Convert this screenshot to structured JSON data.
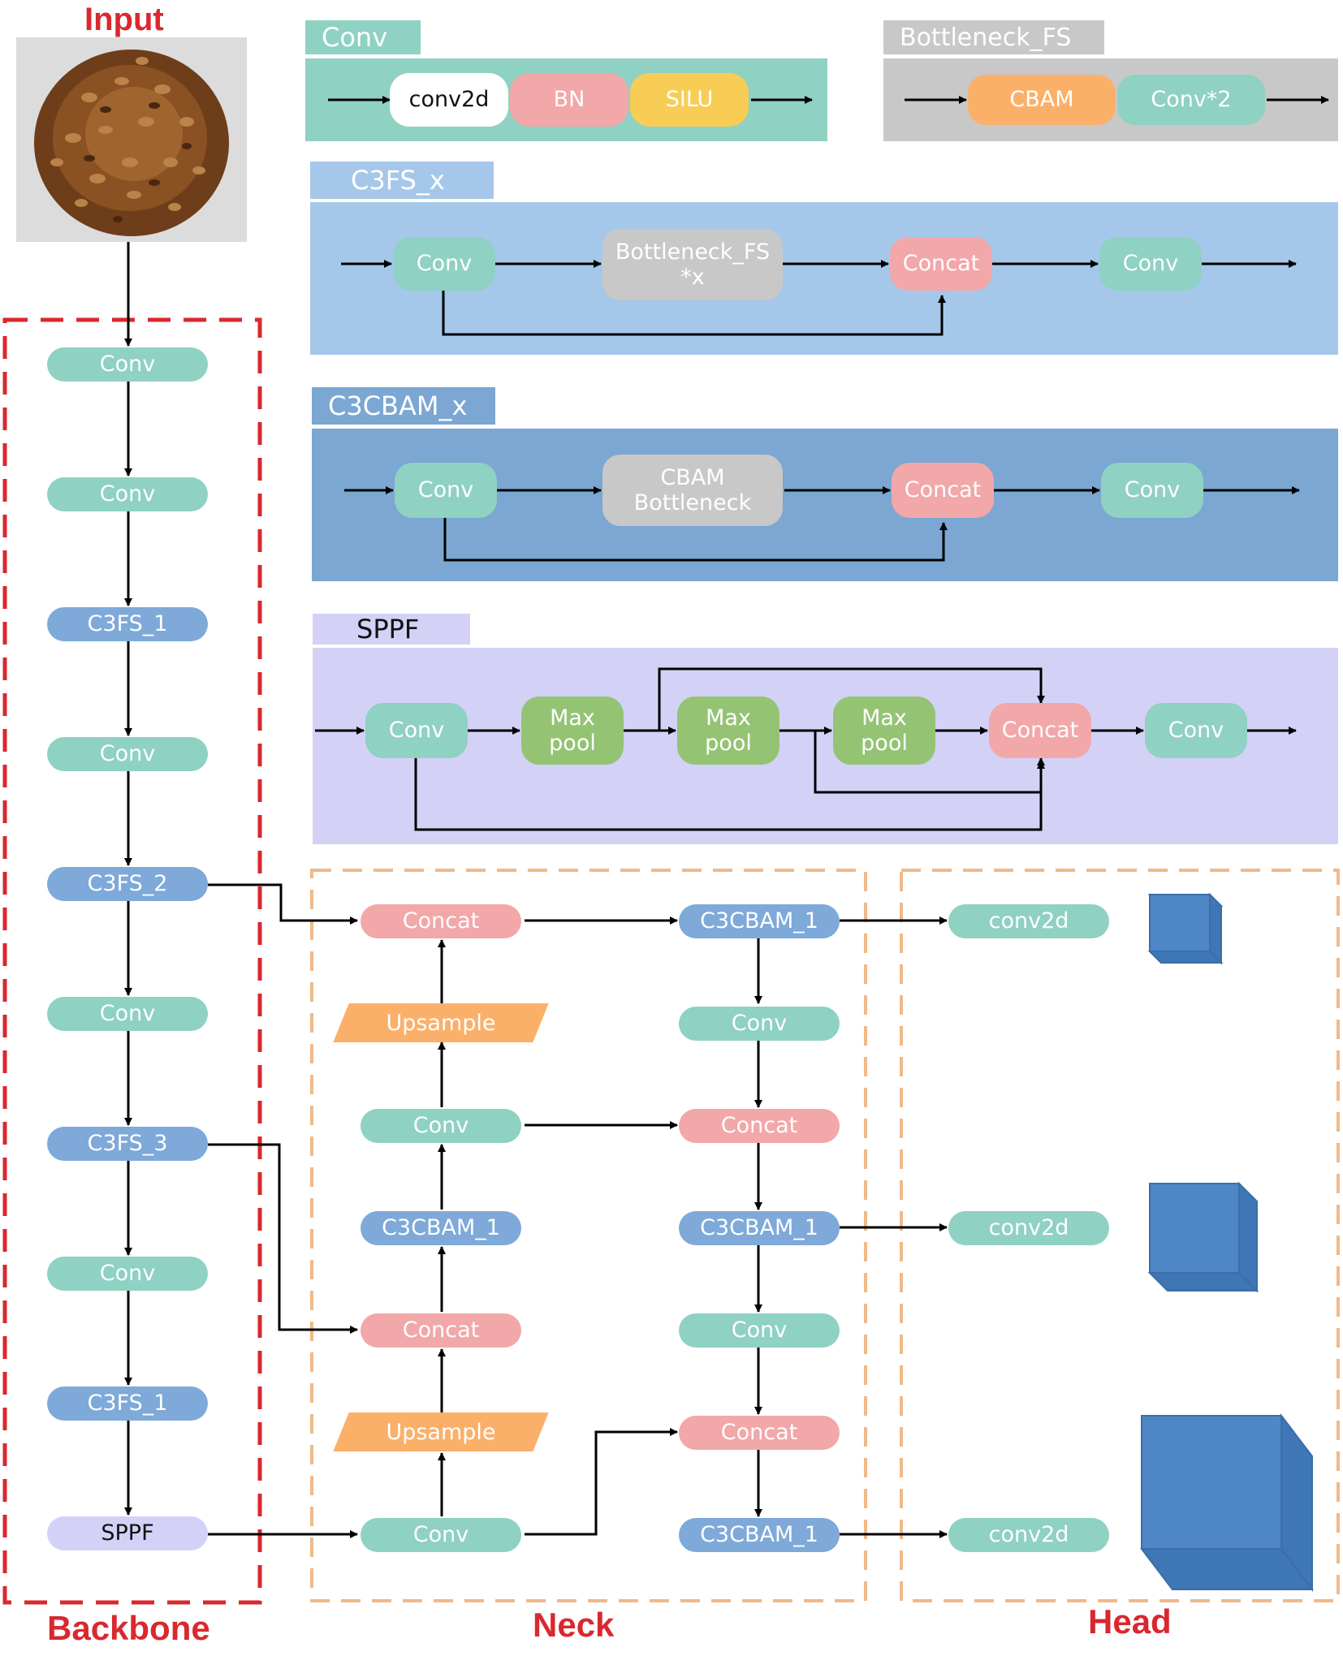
{
  "labels": {
    "input": "Input",
    "backbone": "Backbone",
    "neck": "Neck",
    "head": "Head"
  },
  "colors": {
    "teal": "#8fd1c2",
    "blue": "#7ea9d9",
    "pink": "#f2a7a9",
    "gray": "#c8c8c8",
    "green": "#94c473",
    "orange": "#fbb06a",
    "yellow": "#f7cd56",
    "lavender": "#d3d2f6",
    "red_dash": "#d9282f",
    "orange_dash": "#f0b98a",
    "cube": "#4f86c6"
  },
  "legend": {
    "conv": {
      "title": "Conv",
      "items": [
        "conv2d",
        "BN",
        "SILU"
      ]
    },
    "bottleneck": {
      "title": "Bottleneck_FS",
      "items": [
        "CBAM",
        "Conv*2"
      ]
    },
    "c3fs": {
      "title": "C3FS_x",
      "conv_in": "Conv",
      "bottleneck_l1": "Bottleneck_FS",
      "bottleneck_l2": "*x",
      "concat": "Concat",
      "conv_out": "Conv"
    },
    "c3cbam": {
      "title": "C3CBAM_x",
      "conv_in": "Conv",
      "cbam_l1": "CBAM",
      "cbam_l2": "Bottleneck",
      "concat": "Concat",
      "conv_out": "Conv"
    },
    "sppf": {
      "title": "SPPF",
      "conv_in": "Conv",
      "pool_l1": "Max",
      "pool_l2": "pool",
      "concat": "Concat",
      "conv_out": "Conv"
    }
  },
  "backbone": [
    "Conv",
    "Conv",
    "C3FS_1",
    "Conv",
    "C3FS_2",
    "Conv",
    "C3FS_3",
    "Conv",
    "C3FS_1",
    "SPPF"
  ],
  "neck": {
    "left": [
      "Concat",
      "Upsample",
      "Conv",
      "C3CBAM_1",
      "Concat",
      "Upsample",
      "Conv"
    ],
    "right": [
      "C3CBAM_1",
      "Conv",
      "Concat",
      "C3CBAM_1",
      "Conv",
      "Concat",
      "C3CBAM_1"
    ]
  },
  "head": [
    "conv2d",
    "conv2d",
    "conv2d"
  ]
}
